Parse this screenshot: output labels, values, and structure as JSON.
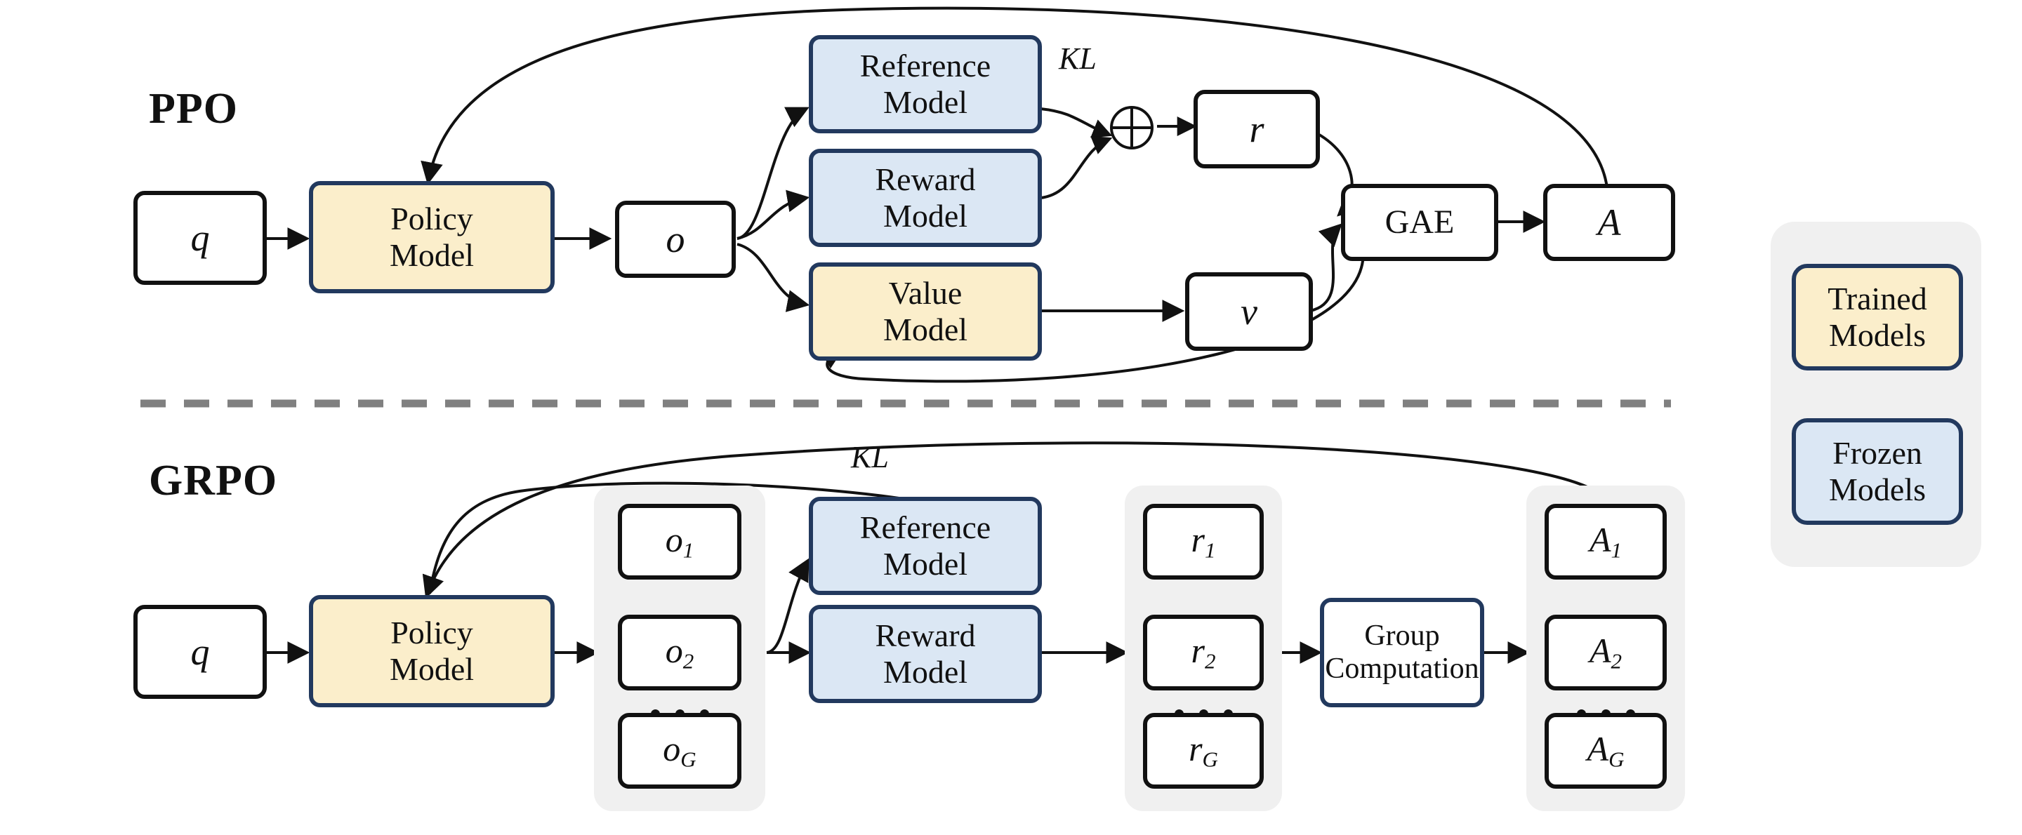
{
  "figure": {
    "title_hidden": "",
    "sections": [
      {
        "id": "ppo",
        "label": "PPO",
        "nodes": [
          {
            "key": "q",
            "text": "q",
            "style": "plain"
          },
          {
            "key": "policy",
            "text": "Policy\nModel",
            "style": "trained"
          },
          {
            "key": "o",
            "text": "o",
            "style": "plain"
          },
          {
            "key": "reference",
            "text": "Reference\nModel",
            "style": "frozen"
          },
          {
            "key": "reward",
            "text": "Reward\nModel",
            "style": "frozen"
          },
          {
            "key": "value",
            "text": "Value\nModel",
            "style": "trained"
          },
          {
            "key": "r",
            "text": "r",
            "style": "plain"
          },
          {
            "key": "v",
            "text": "v",
            "style": "plain"
          },
          {
            "key": "gae",
            "text": "GAE",
            "style": "plain"
          },
          {
            "key": "A",
            "text": "A",
            "style": "plain"
          }
        ],
        "edge_labels": [
          {
            "key": "kl",
            "text": "KL"
          }
        ],
        "operators": [
          {
            "key": "oplus",
            "symbol": "circled-plus"
          }
        ]
      },
      {
        "id": "grpo",
        "label": "GRPO",
        "nodes": [
          {
            "key": "q",
            "text": "q",
            "style": "plain"
          },
          {
            "key": "policy",
            "text": "Policy\nModel",
            "style": "trained"
          },
          {
            "key": "reference",
            "text": "Reference\nModel",
            "style": "frozen"
          },
          {
            "key": "reward",
            "text": "Reward\nModel",
            "style": "frozen"
          },
          {
            "key": "groupcomp",
            "text": "Group\nComputation",
            "style": "outline-navy"
          }
        ],
        "groups": [
          {
            "key": "outputs",
            "items": [
              "o1",
              "o2",
              "oG"
            ],
            "items_text": [
              "o",
              "o",
              "o"
            ],
            "subs": [
              "1",
              "2",
              "G"
            ],
            "ellipsis": true
          },
          {
            "key": "rewards",
            "items": [
              "r1",
              "r2",
              "rG"
            ],
            "items_text": [
              "r",
              "r",
              "r"
            ],
            "subs": [
              "1",
              "2",
              "G"
            ],
            "ellipsis": true
          },
          {
            "key": "advantages",
            "items": [
              "A1",
              "A2",
              "AG"
            ],
            "items_text": [
              "A",
              "A",
              "A"
            ],
            "subs": [
              "1",
              "2",
              "G"
            ],
            "ellipsis": true
          }
        ],
        "edge_labels": [
          {
            "key": "kl",
            "text": "KL"
          }
        ]
      }
    ],
    "legend": {
      "items": [
        {
          "key": "trained",
          "text": "Trained\nModels",
          "fill": "#fbeecb",
          "stroke": "#22395e"
        },
        {
          "key": "frozen",
          "text": "Frozen\nModels",
          "fill": "#dbe7f4",
          "stroke": "#22395e"
        }
      ],
      "panel_fill": "#f0f0f0"
    },
    "divider": {
      "style": "dashed",
      "color": "#808080"
    },
    "colors": {
      "trained_fill": "#fbeecb",
      "frozen_fill": "#dbe7f4",
      "model_stroke": "#22395e",
      "plain_stroke": "#111111",
      "group_fill": "#f0f0f0",
      "divider": "#808080",
      "text": "#111111",
      "background": "#ffffff"
    }
  },
  "labels": {
    "ppo": "PPO",
    "grpo": "GRPO",
    "q": "q",
    "o": "o",
    "r": "r",
    "v": "v",
    "A": "A",
    "gae": "GAE",
    "kl": "KL",
    "policy_model": "Policy\nModel",
    "policy_model_l1": "Policy",
    "policy_model_l2": "Model",
    "reference_model_l1": "Reference",
    "reference_model_l2": "Model",
    "reward_model_l1": "Reward",
    "reward_model_l2": "Model",
    "value_model_l1": "Value",
    "value_model_l2": "Model",
    "group_computation_l1": "Group",
    "group_computation_l2": "Computation",
    "trained_models_l1": "Trained",
    "trained_models_l2": "Models",
    "frozen_models_l1": "Frozen",
    "frozen_models_l2": "Models",
    "sub_1": "1",
    "sub_2": "2",
    "sub_G": "G"
  }
}
